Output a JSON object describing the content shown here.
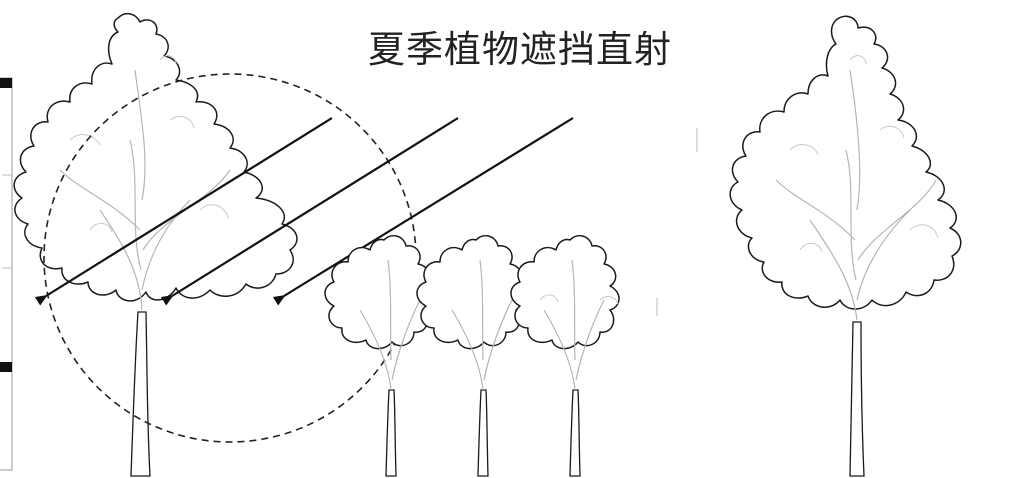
{
  "title": "夏季植物遮挡直射",
  "colors": {
    "stroke": "#1a1a1a",
    "arrow": "#111111",
    "circle": "#222222",
    "detail": "#c9c9c9"
  },
  "elements": {
    "trees": [
      "large-tree-left",
      "small-tree-1",
      "small-tree-2",
      "small-tree-3",
      "large-tree-right"
    ],
    "arrows": 3,
    "shade_zone": "dashed-circle"
  }
}
